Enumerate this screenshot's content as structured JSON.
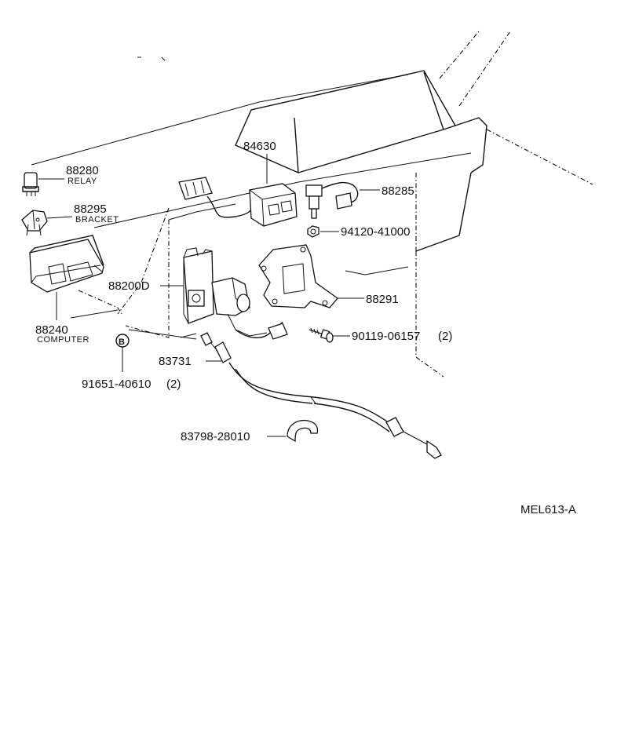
{
  "labels": {
    "relay_pn": "88280",
    "relay_name": "RELAY",
    "bracket_pn": "88295",
    "bracket_name": "BRACKET",
    "computer_pn": "88240",
    "computer_name": "COMPUTER",
    "actuator_pn": "88200D",
    "switch_pn": "84630",
    "sensor_pn": "88285",
    "washer_pn": "94120-41000",
    "plate_pn": "88291",
    "bolt_pn": "90119-06157",
    "bolt_qty": "(2)",
    "cable_pn": "83731",
    "clip_pn": "91651-40610",
    "clip_qty": "(2)",
    "clip_marker": "B",
    "grommet_pn": "83798-28010",
    "diagram_code": "MEL613-A"
  }
}
